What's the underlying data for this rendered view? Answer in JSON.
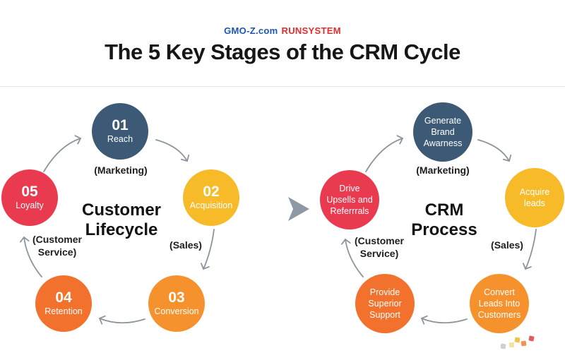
{
  "header": {
    "logo_primary": "GMO-Z.com",
    "logo_secondary": "RUNSYSTEM",
    "logo_primary_color": "#1c56b0",
    "logo_secondary_color": "#e02d2d",
    "title": "The 5 Key Stages of the CRM Cycle"
  },
  "colors": {
    "stage1_blue": "#3c5a75",
    "stage2_yellow": "#f7bb2a",
    "stage3_orange": "#f5922d",
    "stage4_deep_orange": "#f2712c",
    "stage5_red": "#e93a50",
    "arrow_gray": "#8c959e"
  },
  "left_diagram": {
    "center_title": "Customer\nLifecycle",
    "nodes": [
      {
        "number": "01",
        "label": "Reach",
        "color": "#3c5a75"
      },
      {
        "number": "02",
        "label": "Acquisition",
        "color": "#f7bb2a"
      },
      {
        "number": "03",
        "label": "Conversion",
        "color": "#f5922d"
      },
      {
        "number": "04",
        "label": "Retention",
        "color": "#f2712c"
      },
      {
        "number": "05",
        "label": "Loyalty",
        "color": "#e93a50"
      }
    ],
    "annotations": [
      {
        "label": "(Marketing)"
      },
      {
        "label": "(Sales)"
      },
      {
        "label": "(Customer\nService)"
      }
    ]
  },
  "right_diagram": {
    "center_title": "CRM\nProcess",
    "nodes": [
      {
        "label": "Generate\nBrand\nAwarness",
        "color": "#3c5a75"
      },
      {
        "label": "Acquire\nleads",
        "color": "#f7bb2a"
      },
      {
        "label": "Convert\nLeads Into\nCustomers",
        "color": "#f5922d"
      },
      {
        "label": "Provide\nSuperior\nSupport",
        "color": "#f2712c"
      },
      {
        "label": "Drive\nUpsells and\nReferrrals",
        "color": "#e93a50"
      }
    ],
    "annotations": [
      {
        "label": "(Marketing)"
      },
      {
        "label": "(Sales)"
      },
      {
        "label": "(Customer\nService)"
      }
    ]
  },
  "decorations": {
    "confetti_colors": [
      "#cfcfcf",
      "#f2e2a9",
      "#f2c14d",
      "#ef9455",
      "#e15a64"
    ]
  }
}
